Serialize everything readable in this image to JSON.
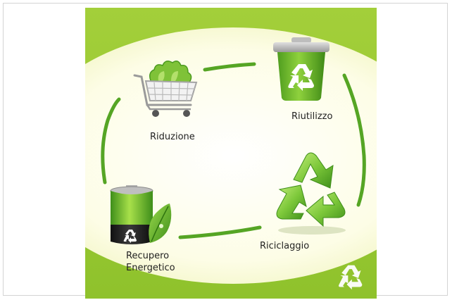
{
  "colors": {
    "green_main": "#8cc63f",
    "green_dark": "#3e8e1a",
    "cream": "#fdfde8",
    "text": "#222222"
  },
  "cycle": {
    "steps": [
      {
        "label": "Riutilizzo",
        "icon": "recycle-bin-icon"
      },
      {
        "label": "Riciclaggio",
        "icon": "recycle-arrows-icon"
      },
      {
        "label": "Recupero Energetico",
        "icon": "battery-leaf-icon"
      },
      {
        "label": "Riduzione",
        "icon": "shopping-cart-icon"
      }
    ]
  },
  "corner_logo": {
    "icon": "recycle-logo-icon"
  }
}
